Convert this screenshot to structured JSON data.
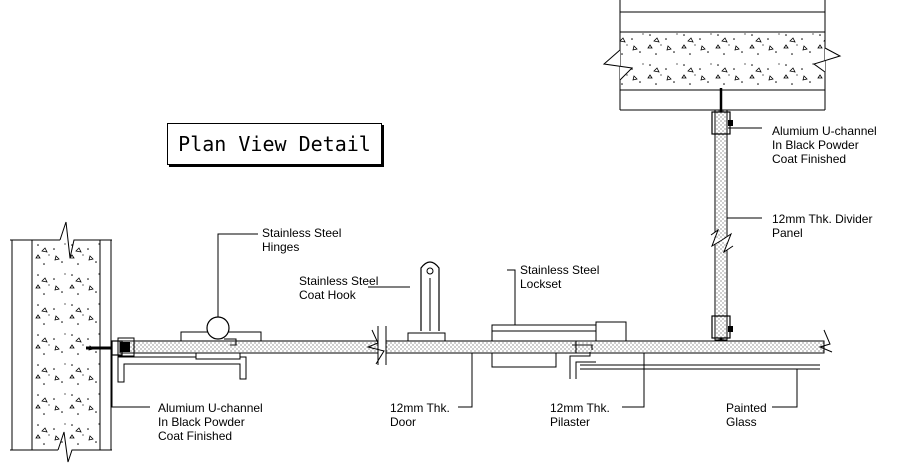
{
  "title": "Plan View Detail",
  "labels": {
    "hinges": [
      "Stainless Steel",
      "Hinges"
    ],
    "coat_hook": [
      "Stainless Steel",
      "Coat Hook"
    ],
    "lockset": [
      "Stainless Steel",
      "Lockset"
    ],
    "u_channel_top": [
      "Alumium U-channel",
      "In Black Powder",
      "Coat Finished"
    ],
    "divider": [
      "12mm Thk. Divider",
      "Panel"
    ],
    "u_channel_bottom": [
      "Alumium U-channel",
      "In Black Powder",
      "Coat Finished"
    ],
    "door": [
      "12mm Thk.",
      "Door"
    ],
    "pilaster": [
      "12mm Thk.",
      "Pilaster"
    ],
    "glass": [
      "Painted",
      "Glass"
    ]
  }
}
